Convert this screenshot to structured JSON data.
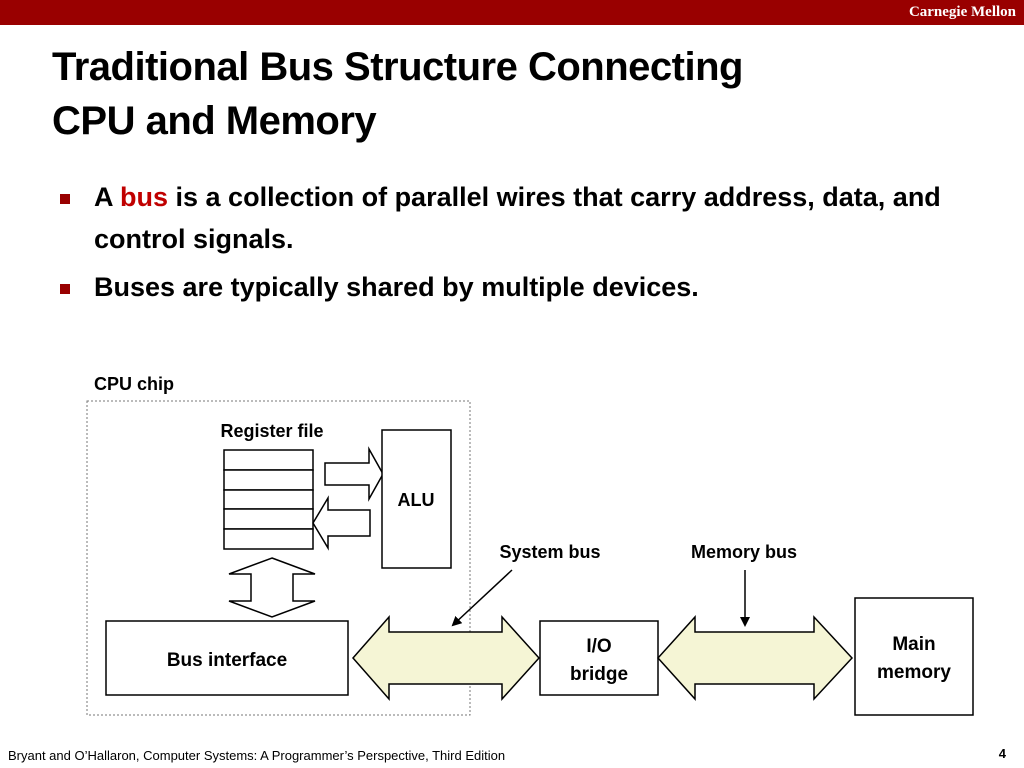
{
  "header": {
    "brand": "Carnegie Mellon"
  },
  "title": {
    "line1": "Traditional Bus Structure Connecting",
    "line2": "CPU and Memory"
  },
  "bullets": [
    {
      "pre": "A ",
      "highlight": "bus",
      "post": " is a collection of parallel wires that carry address, data, and control signals."
    },
    {
      "text": "Buses are typically shared by multiple devices."
    }
  ],
  "diagram": {
    "cpu_chip_label": "CPU chip",
    "register_file_label": "Register file",
    "alu_label": "ALU",
    "system_bus_label": "System bus",
    "memory_bus_label": "Memory bus",
    "bus_interface_label": "Bus interface",
    "io_bridge_label_1": "I/O",
    "io_bridge_label_2": "bridge",
    "main_memory_label_1": "Main",
    "main_memory_label_2": "memory"
  },
  "colors": {
    "accent": "#990000",
    "highlight": "#c00000",
    "bus_fill": "#f5f5d5"
  },
  "footer": {
    "citation": "Bryant and O’Hallaron, Computer Systems: A Programmer’s Perspective, Third Edition",
    "page": "4"
  }
}
